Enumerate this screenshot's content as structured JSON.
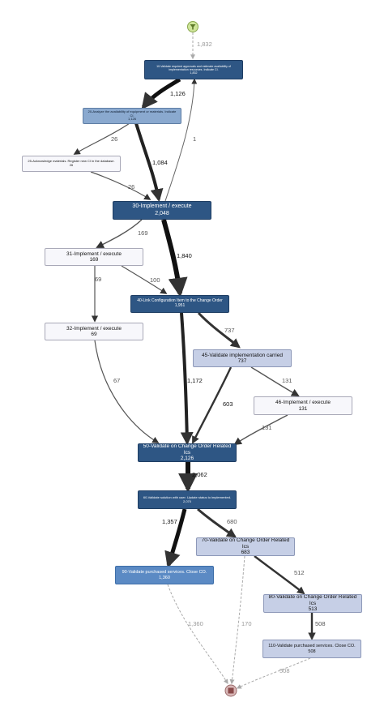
{
  "nodes": {
    "n10": {
      "title": "10-Validate required approvals and estimate availability of implementation resources. Indicate CI.",
      "count": "1,832"
    },
    "n20": {
      "title": "20-Analyze the availability of equipment or materials. Indicate CI.",
      "count": "1,126"
    },
    "n25": {
      "title": "25-Acknowledge materials. Register new CI in the database.",
      "count": "26"
    },
    "n30": {
      "title": "30-Implement / execute",
      "count": "2,048"
    },
    "n31": {
      "title": "31-Implement / execute",
      "count": "169"
    },
    "n32": {
      "title": "32-Implement / execute",
      "count": "69"
    },
    "n40": {
      "title": "40-Link Configuration Item to the Change Order",
      "count": "1,951"
    },
    "n45": {
      "title": "45-Validate implementation carried",
      "count": "737"
    },
    "n46": {
      "title": "46-Implement / execute",
      "count": "131"
    },
    "n50": {
      "title": "50-Validate on Change Order Related Ics",
      "count": "2,126"
    },
    "n60": {
      "title": "60-Validate solution with user. Update status to implemented.",
      "count": "2,070"
    },
    "n70": {
      "title": "70-Validate on Change Order Related Ics",
      "count": "683"
    },
    "n80": {
      "title": "80-Validate on Change Order Related Ics",
      "count": "513"
    },
    "n90": {
      "title": "90-Validate purchased services. Close CO.",
      "count": "1,360"
    },
    "n110": {
      "title": "110-Validate purchased services. Close CO.",
      "count": "508"
    }
  },
  "edges": {
    "start_n10": "1,832",
    "n10_n20": "1,126",
    "n20_n25": "26",
    "n20_n30": "1,084",
    "n25_n30": "26",
    "n30_n10": "1",
    "n30_n31": "169",
    "n30_n40": "1,840",
    "n31_n32": "69",
    "n31_n40": "100",
    "n32_n50": "67",
    "n40_n45": "737",
    "n40_n50": "1,172",
    "n45_n50": "603",
    "n45_n46": "131",
    "n46_n50": "131",
    "n50_n60": "2,062",
    "n60_n90": "1,357",
    "n60_n70": "680",
    "n70_n80": "512",
    "n80_n110": "508",
    "n90_end": "1,360",
    "n70_end": "170",
    "n110_end": "508"
  },
  "colors": {
    "dark_node": "#2e5684",
    "mid_node": "#8aa9cf",
    "steel_node": "#5b8ac4",
    "pale_node": "#c6cfe6",
    "white_node": "#f7f7fb",
    "edge": "#444444",
    "dashed_edge": "#aaaaaa",
    "start_marker": "#cfe59a",
    "end_marker": "#c9a0a0"
  },
  "icons": {
    "start": "funnel-start-icon",
    "end": "stop-end-icon"
  }
}
